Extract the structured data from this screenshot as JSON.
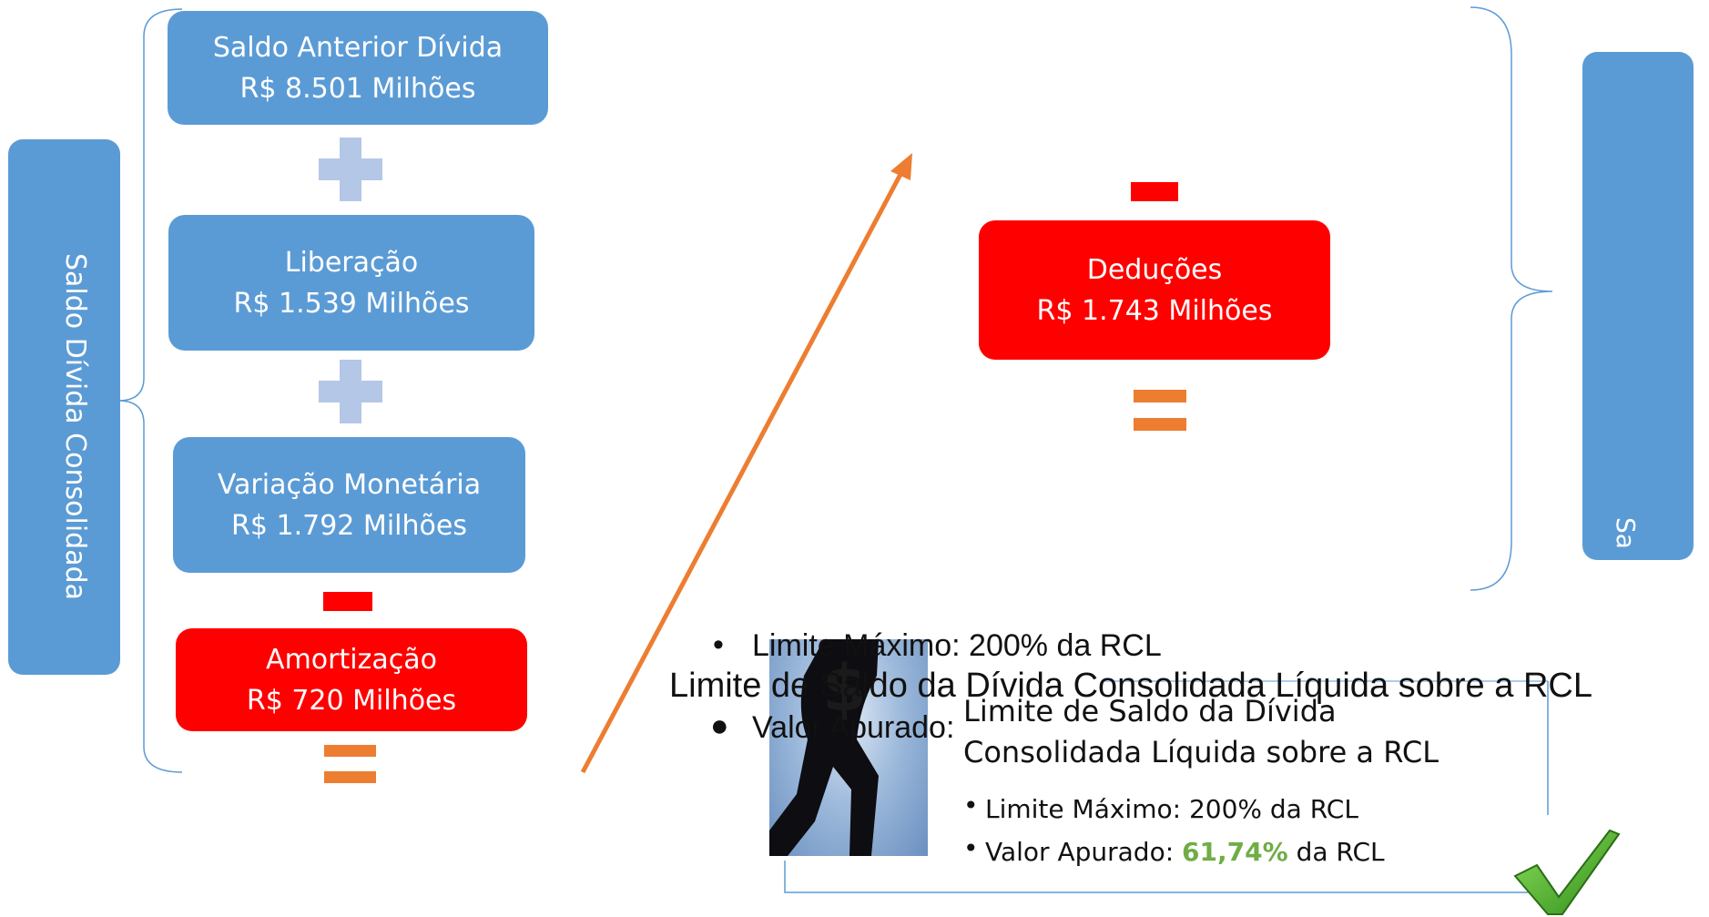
{
  "side_label": "Saldo Dívida Consolidada",
  "right_panel_text": "Sa",
  "boxes": {
    "saldo_anterior": {
      "title": "Saldo Anterior Dívida",
      "value": "R$ 8.501 Milhões"
    },
    "liberacao": {
      "title": "Liberação",
      "value": "R$ 1.539 Milhões"
    },
    "variacao": {
      "title": "Variação Monetária",
      "value": "R$ 1.792 Milhões"
    },
    "amortizacao": {
      "title": "Amortização",
      "value": "R$ 720 Milhões"
    },
    "deducoes": {
      "title": "Deduções",
      "value": "R$ 1.743 Milhões"
    }
  },
  "overlay": {
    "bullet_1": "Limite Máximo: 200% da RCL",
    "heading": "Limite de Saldo da Dívida Consolidada Líquida sobre a RCL",
    "bullet_2": "Valor Apurado:"
  },
  "card": {
    "title_line_1": "Limite de Saldo da Dívida",
    "title_line_2": "Consolidada Líquida sobre a RCL",
    "bullet_1": "Limite Máximo: 200% da RCL",
    "bullet_2_prefix": "Valor Apurado: ",
    "bullet_2_value": "61,74%",
    "bullet_2_suffix": " da RCL"
  },
  "colors": {
    "blue": "#5b9bd5",
    "red": "#ff0000",
    "orange": "#ed7d31",
    "plus": "#b4c7e7",
    "green_value": "#70ad47"
  },
  "icons": [
    "plus-icon",
    "minus-icon",
    "equals-icon",
    "arrow-icon",
    "checkmark-icon",
    "dollar-figure-image"
  ]
}
